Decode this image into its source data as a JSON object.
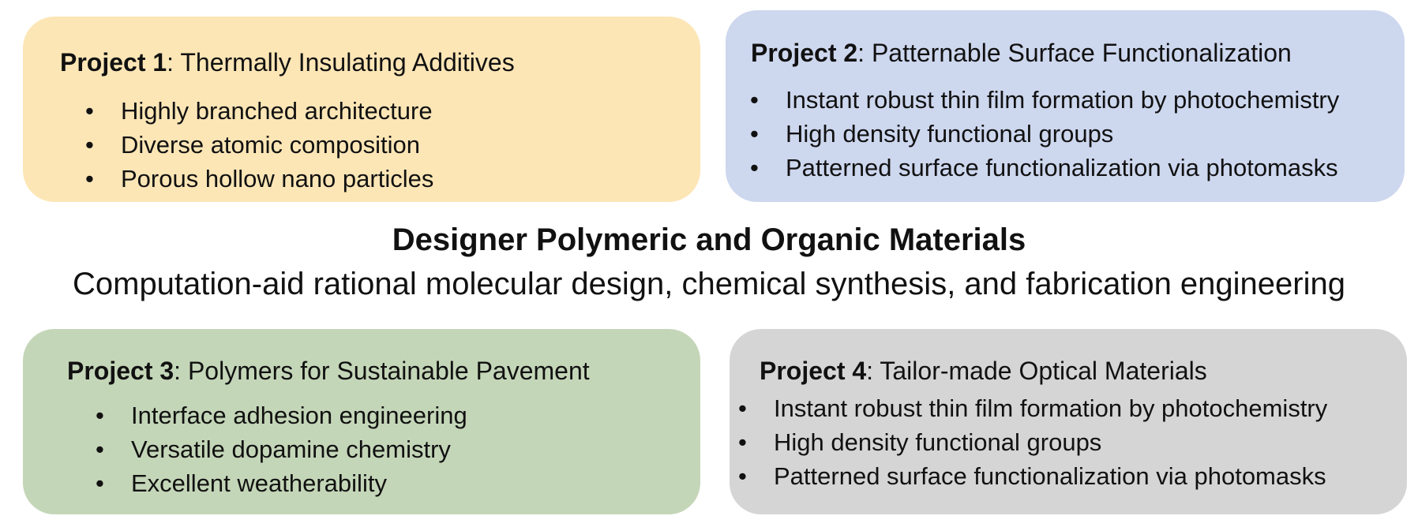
{
  "center": {
    "title": "Designer Polymeric and Organic Materials",
    "subtitle": "Computation-aid rational molecular design, chemical synthesis, and fabrication engineering"
  },
  "projects": [
    {
      "label": "Project 1",
      "name": ": Thermally Insulating Additives",
      "color": "#fde6b6",
      "bullets": [
        "Highly branched architecture",
        "Diverse atomic composition",
        "Porous hollow nano particles"
      ]
    },
    {
      "label": "Project 2",
      "name": ": Patternable Surface Functionalization",
      "color": "#cdd7ee",
      "bullets": [
        "Instant robust thin film formation by photochemistry",
        "High density functional groups",
        "Patterned surface functionalization via photomasks"
      ]
    },
    {
      "label": "Project 3",
      "name": ": Polymers for Sustainable Pavement",
      "color": "#c4d6b8",
      "bullets": [
        "Interface adhesion engineering",
        "Versatile dopamine chemistry",
        "Excellent weatherability"
      ]
    },
    {
      "label": "Project 4",
      "name": ": Tailor-made Optical Materials",
      "color": "#d5d5d5",
      "bullets": [
        "Instant robust thin film formation by photochemistry",
        "High density functional groups",
        "Patterned surface functionalization via photomasks"
      ]
    }
  ]
}
